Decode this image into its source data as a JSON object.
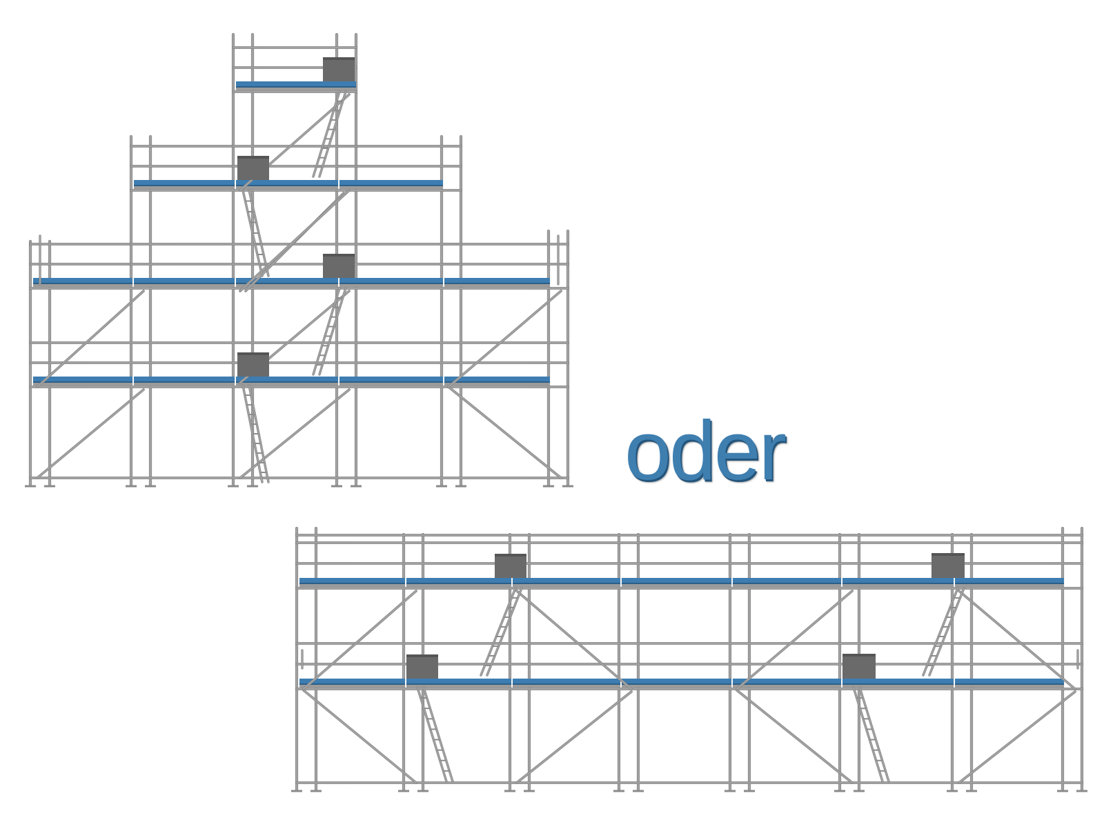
{
  "caption": {
    "text": "oder"
  },
  "colors": {
    "tube": "#a2a2a2",
    "tube_dark": "#7f7f7f",
    "deck": "#3d7db1",
    "deck_edge": "#2c5f88",
    "box": "#6a6a6a",
    "text": "#3f7fb0"
  },
  "scaffolds": [
    {
      "name": "scaffold-stepped-pyramid",
      "bays": 5,
      "max_levels": 4
    },
    {
      "name": "scaffold-long-facade",
      "bays": 7,
      "levels": 2
    }
  ]
}
